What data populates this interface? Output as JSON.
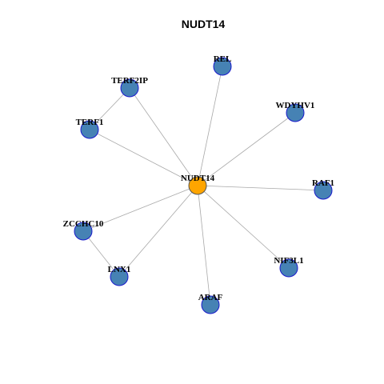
{
  "title": "NUDT14",
  "colors": {
    "hub_fill": "#ffa500",
    "hub_stroke": "#555555",
    "node_fill": "#4682b4",
    "node_stroke": "#1a1acc",
    "edge": "#a8a8a8"
  },
  "nodes": [
    {
      "id": "NUDT14",
      "label": "NUDT14",
      "hub": true
    },
    {
      "id": "REL",
      "label": "REL"
    },
    {
      "id": "TERF2IP",
      "label": "TERF2IP"
    },
    {
      "id": "WDYHV1",
      "label": "WDYHV1"
    },
    {
      "id": "TERF1",
      "label": "TERF1"
    },
    {
      "id": "RAF1",
      "label": "RAF1"
    },
    {
      "id": "ZCCHC10",
      "label": "ZCCHC10"
    },
    {
      "id": "NIF3L1",
      "label": "NIF3L1"
    },
    {
      "id": "LNX1",
      "label": "LNX1"
    },
    {
      "id": "ARAF",
      "label": "ARAF"
    }
  ],
  "edges": [
    [
      "NUDT14",
      "REL"
    ],
    [
      "NUDT14",
      "TERF2IP"
    ],
    [
      "NUDT14",
      "WDYHV1"
    ],
    [
      "NUDT14",
      "TERF1"
    ],
    [
      "NUDT14",
      "RAF1"
    ],
    [
      "NUDT14",
      "ZCCHC10"
    ],
    [
      "NUDT14",
      "NIF3L1"
    ],
    [
      "NUDT14",
      "LNX1"
    ],
    [
      "NUDT14",
      "ARAF"
    ],
    [
      "TERF2IP",
      "TERF1"
    ],
    [
      "ZCCHC10",
      "LNX1"
    ]
  ]
}
